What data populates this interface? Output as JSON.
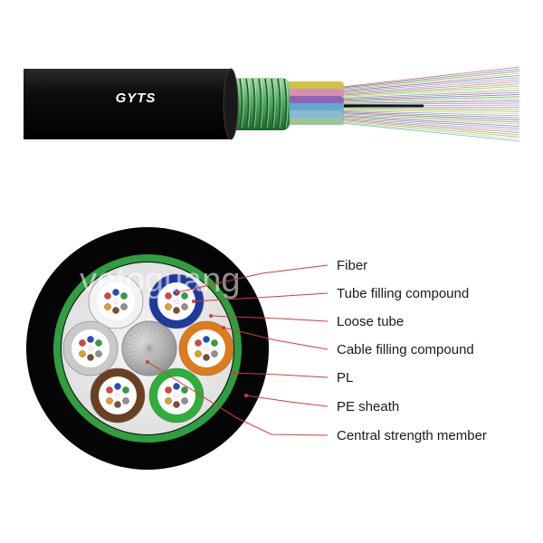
{
  "cable": {
    "brand_text": "GYTS",
    "watermark_text": "vetoguang"
  },
  "labels": [
    {
      "text": "Fiber"
    },
    {
      "text": "Tube filling compound"
    },
    {
      "text": "Loose tube"
    },
    {
      "text": "Cable filling compound"
    },
    {
      "text": "PL"
    },
    {
      "text": "PE sheath"
    },
    {
      "text": "Central strength member"
    }
  ],
  "colors": {
    "sheath": "#0a0a0a",
    "armor_green": "#2e9e3e",
    "leader_line": "#d43b3b",
    "tube_white": "#f2f2f2",
    "tube_blue": "#1e3a9e",
    "tube_orange": "#e07a1a",
    "tube_green": "#2fae3a",
    "tube_brown": "#6b4020",
    "tube_gray": "#c9c9c9",
    "csm_gray": "#a8a8a8"
  }
}
